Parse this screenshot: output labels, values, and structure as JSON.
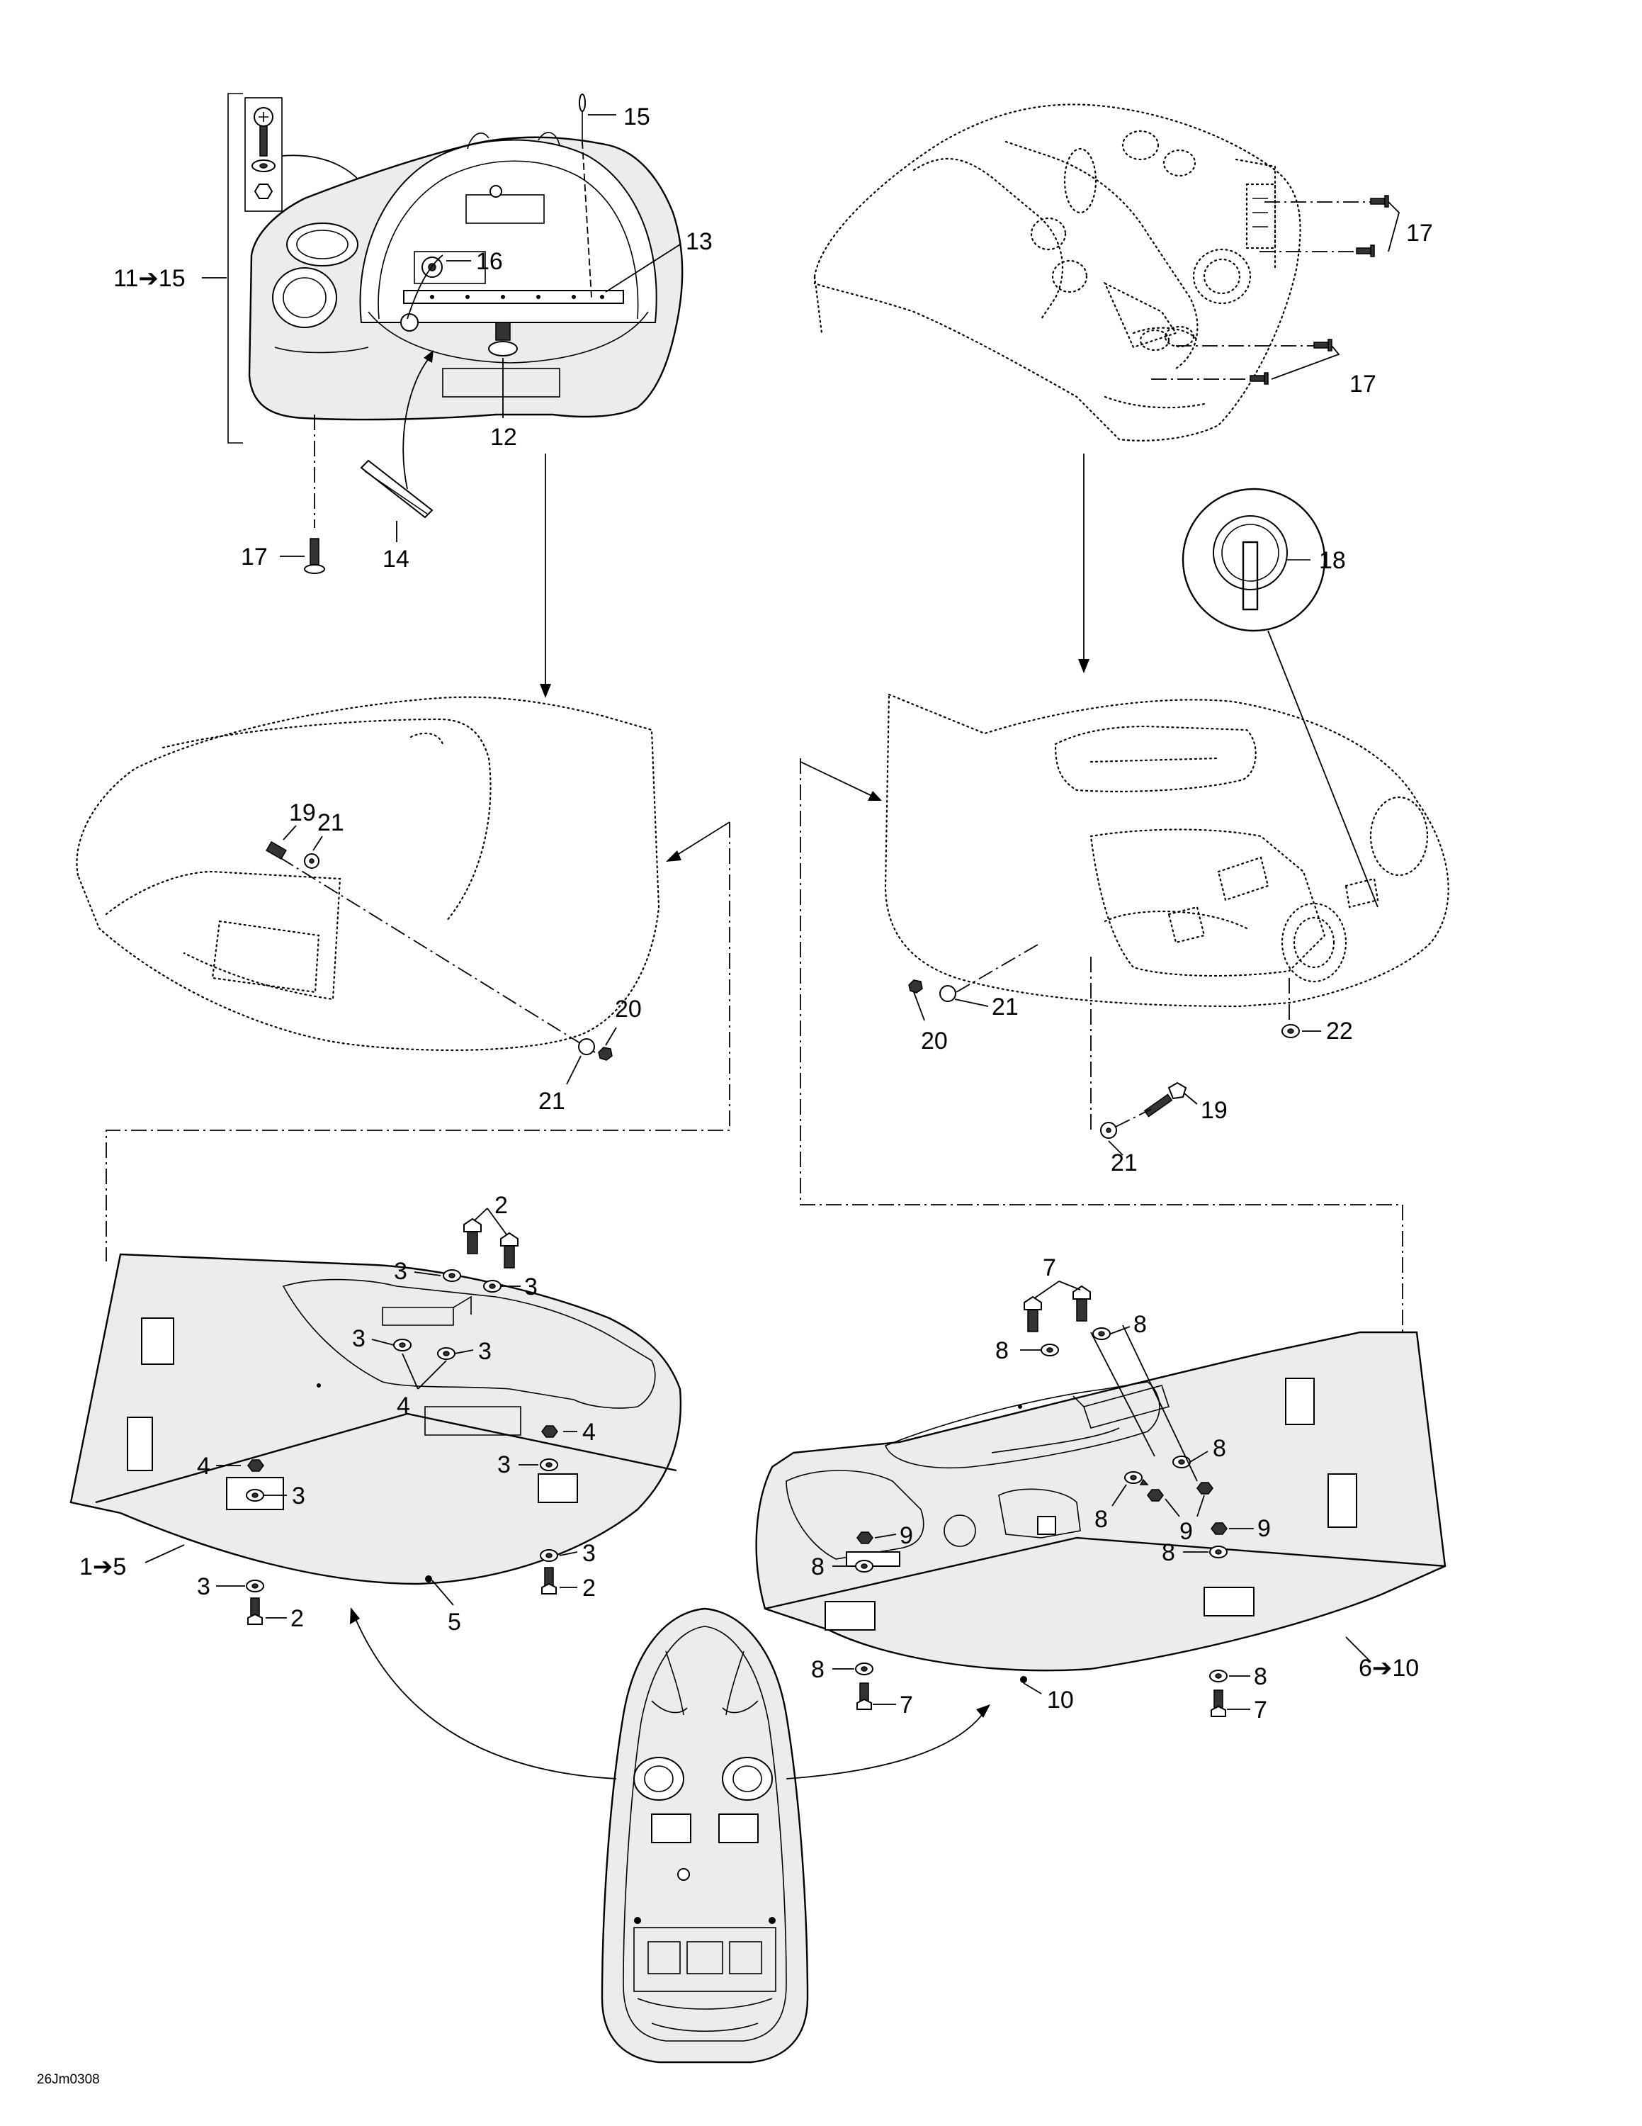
{
  "labels": {
    "l15": "15",
    "l13": "13",
    "l16": "16",
    "l11_15": "11➔15",
    "l12": "12",
    "l14": "14",
    "l17a": "17",
    "l17b": "17",
    "l17c": "17",
    "l18": "18",
    "l19a": "19",
    "l21a": "21",
    "l20a": "20",
    "l21b": "21",
    "l21c": "21",
    "l20b": "20",
    "l22": "22",
    "l19b": "19",
    "l21d": "21",
    "l2a": "2",
    "l3a": "3",
    "l3b": "3",
    "l3c": "3",
    "l3d": "3",
    "l4a": "4",
    "l4b": "4",
    "l4c": "4",
    "l3e": "3",
    "l3f": "3",
    "l3g": "3",
    "l3h": "3",
    "l1_5": "1➔5",
    "l2b": "2",
    "l2c": "2",
    "l5": "5",
    "l7a": "7",
    "l8a": "8",
    "l8b": "8",
    "l8c": "8",
    "l8d": "8",
    "l9a": "9",
    "l9b": "9",
    "l9c": "9",
    "l8e": "8",
    "l8f": "8",
    "l8g": "8",
    "l8h": "8",
    "l7b": "7",
    "l7c": "7",
    "l10": "10",
    "l6_10": "6➔10"
  },
  "figure_code": "26Jm0308"
}
